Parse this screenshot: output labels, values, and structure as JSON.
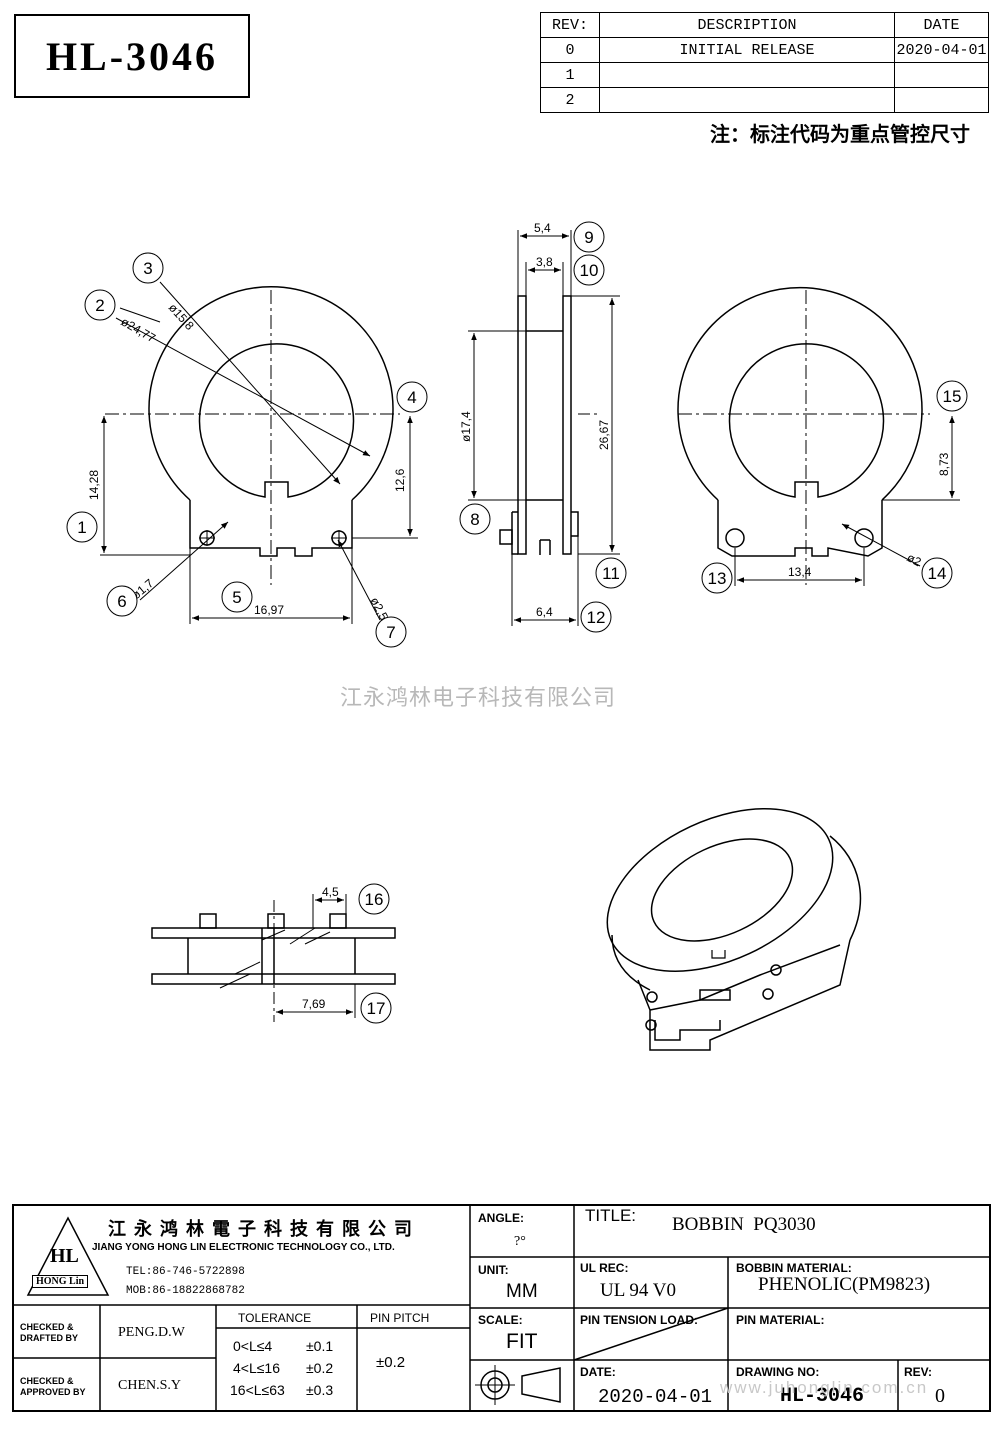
{
  "part_no": "HL-3046",
  "revisions": {
    "headers": [
      "REV:",
      "DESCRIPTION",
      "DATE"
    ],
    "rows": [
      {
        "rev": "0",
        "description": "INITIAL RELEASE",
        "date": "2020-04-01"
      },
      {
        "rev": "1",
        "description": "",
        "date": ""
      },
      {
        "rev": "2",
        "description": "",
        "date": ""
      }
    ]
  },
  "note": "注：标注代码为重点管控尺寸",
  "watermark": "江永鸿林电子科技有限公司",
  "dimensions": {
    "d_15_8": "ø15,8",
    "d_24_77": "ø24,77",
    "h_14_28": "14,28",
    "h_12_6": "12,6",
    "d_1_7": "ø1,7",
    "w_16_97": "16,97",
    "d_2_5": "ø2,5",
    "w_5_4": "5,4",
    "w_3_8": "3,8",
    "d_17_4": "ø17,4",
    "h_26_67": "26,67",
    "w_6_4": "6,4",
    "h_8_73": "8,73",
    "w_13_4": "13,4",
    "d_2": "ø2",
    "w_4_5": "4,5",
    "w_7_69": "7,69"
  },
  "callouts": [
    "1",
    "2",
    "3",
    "4",
    "5",
    "6",
    "7",
    "8",
    "9",
    "10",
    "11",
    "12",
    "13",
    "14",
    "15",
    "16",
    "17"
  ],
  "title_block": {
    "company_cn": "江永鸿林電子科技有限公司",
    "company_en": "JIANG YONG HONG LIN ELECTRONIC TECHNOLOGY CO., LTD.",
    "logo_letters": "HL",
    "logo_text": "HONG Lin",
    "tel": "TEL:86-746-5722898",
    "mob": "MOB:86-18822868782",
    "angle_label": "ANGLE:",
    "angle_value": "?°",
    "title_label": "TITLE:",
    "title_value": "BOBBIN  PQ3030",
    "unit_label": "UNIT:",
    "unit_value": "MM",
    "ul_label": "UL REC:",
    "ul_value": "UL 94 V0",
    "material_label": "BOBBIN MATERIAL:",
    "material_value": "PHENOLIC(PM9823)",
    "checked_drafted_label": "CHECKED & DRAFTED BY",
    "checked_drafted_value": "PENG.D.W",
    "checked_approved_label": "CHECKED & APPROVED BY",
    "checked_approved_value": "CHEN.S.Y",
    "tolerance_label": "TOLERANCE",
    "tolerance_rows": [
      {
        "range": "0<L≤4",
        "tol": "±0.1"
      },
      {
        "range": "4<L≤16",
        "tol": "±0.2"
      },
      {
        "range": "16<L≤63",
        "tol": "±0.3"
      }
    ],
    "pin_pitch_label": "PIN PITCH",
    "pin_pitch_value": "±0.2",
    "scale_label": "SCALE:",
    "scale_value": "FIT",
    "pin_tension_label": "PIN TENSION LOAD:",
    "pin_material_label": "PIN MATERIAL:",
    "date_label": "DATE:",
    "date_value": "2020-04-01",
    "drawing_no_label": "DRAWING NO:",
    "drawing_no_value": "HL-3046",
    "rev_label": "REV:",
    "rev_value": "0",
    "website_watermark": "www.juhonglin.com.cn"
  }
}
